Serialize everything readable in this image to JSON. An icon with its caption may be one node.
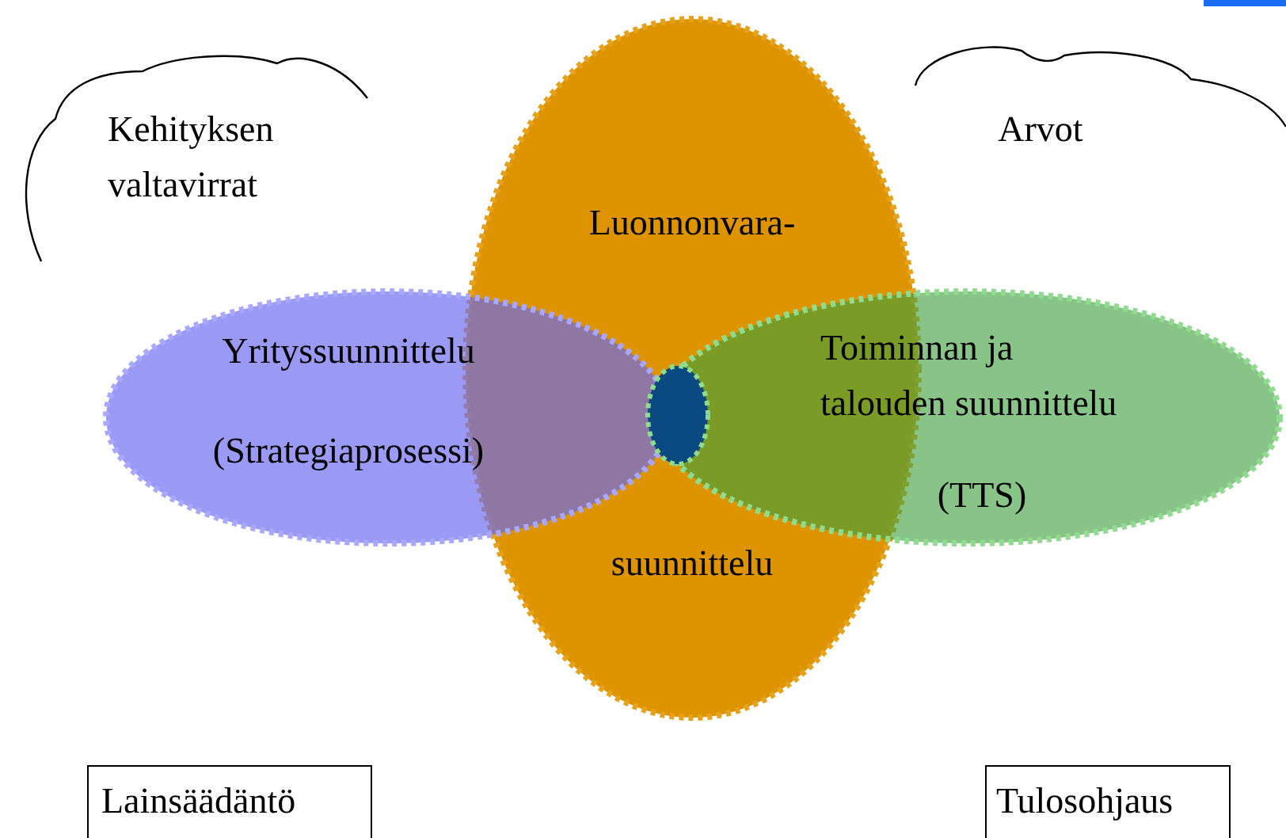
{
  "diagram": {
    "nodes": [
      {
        "text": [
          "Kehityksen valtavirrat"
        ]
      },
      {
        "text": [
          "Arvot"
        ]
      },
      {
        "text": [
          "Luonnonvara-",
          "suunnittelu"
        ]
      },
      {
        "text": [
          "Yrityssuunnittelu",
          "(Strategiaprosessi)"
        ]
      },
      {
        "text": [
          "Toiminnan ja talouden suunnittelu",
          "(TTS)"
        ]
      },
      {
        "text": [
          "Lainsäädäntö"
        ]
      },
      {
        "text": [
          "Tulosohjaus"
        ]
      }
    ],
    "edges": []
  }
}
